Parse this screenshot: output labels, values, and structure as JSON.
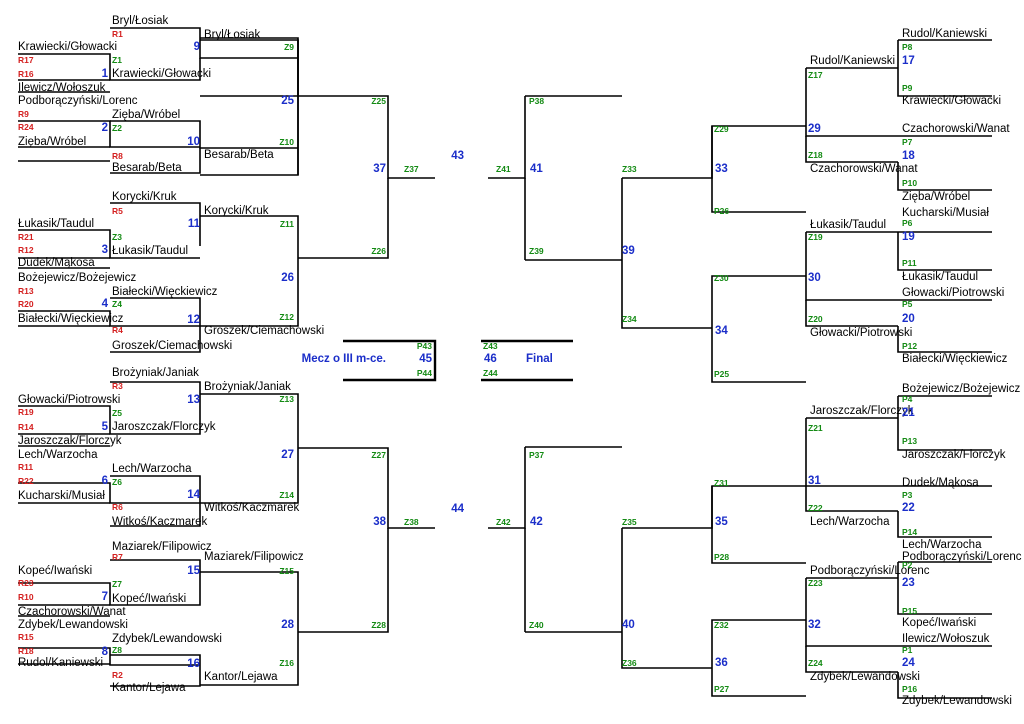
{
  "header": {
    "third_place_label": "Mecz o III m-ce.",
    "final_label": "Final"
  },
  "names": [
    "Bryl/Łosiak",
    "Krawiecki/Głowacki",
    "Ilewicz/Wołoszuk",
    "Podborączyński/Lorenc",
    "Zięba/Wróbel",
    "Zięba/Wróbel",
    "Besarab/Beta",
    "Bryl/Łosiak",
    "Krawiecki/Głowacki",
    "Besarab/Beta",
    "Korycki/Kruk",
    "Łukasik/Taudul",
    "Łukasik/Taudul",
    "Dudek/Mąkosa",
    "Bożejewicz/Bożejewicz",
    "Białecki/Więckiewicz",
    "Białecki/Więckiewicz",
    "Groszek/Ciemachowski",
    "Korycki/Kruk",
    "Groszek/Ciemachowski",
    "Brożyniak/Janiak",
    "Głowacki/Piotrowski",
    "Jaroszczak/Florczyk",
    "Lech/Warzocha",
    "Lech/Warzocha",
    "Kucharski/Musiał",
    "Witkoś/Kaczmarek",
    "Brożyniak/Janiak",
    "Jaroszczak/Florczyk",
    "Witkoś/Kaczmarek",
    "Maziarek/Filipowicz",
    "Kopeć/Iwański",
    "Kopeć/Iwański",
    "Czachorowski/Wanat",
    "Zdybek/Lewandowski",
    "Zdybek/Lewandowski",
    "Rudol/Kaniewski",
    "Kantor/Lejawa",
    "Maziarek/Filipowicz",
    "Kantor/Lejawa",
    "Rudol/Kaniewski",
    "Krawiecki/Głowacki",
    "Czachorowski/Wanat",
    "Zięba/Wróbel",
    "Rudol/Kaniewski",
    "Czachorowski/Wanat",
    "Kucharski/Musiał",
    "Łukasik/Taudul",
    "Głowacki/Piotrowski",
    "Białecki/Więckiewicz",
    "Łukasik/Taudul",
    "Głowacki/Piotrowski",
    "Bożejewicz/Bożejewicz",
    "Jaroszczak/Florczyk",
    "Dudek/Mąkosa",
    "Lech/Warzocha",
    "Jaroszczak/Florczyk",
    "Lech/Warzocha",
    "Podborączyński/Lorenc",
    "Kopeć/Iwański",
    "Ilewicz/Wołoszuk",
    "Zdybek/Lewandowski",
    "Podborączyński/Lorenc",
    "Zdybek/Lewandowski"
  ],
  "red_codes": [
    "R1",
    "R17",
    "R16",
    "R9",
    "R24",
    "R8",
    "R5",
    "R21",
    "R12",
    "R13",
    "R20",
    "R4",
    "R3",
    "R19",
    "R14",
    "R11",
    "R22",
    "R6",
    "R7",
    "R23",
    "R10",
    "R15",
    "R18",
    "R2"
  ],
  "green_codes": [
    "Z1",
    "Z2",
    "Z3",
    "Z4",
    "Z5",
    "Z6",
    "Z7",
    "Z8",
    "Z9",
    "Z10",
    "Z11",
    "Z12",
    "Z13",
    "Z14",
    "Z15",
    "Z16",
    "Z25",
    "Z26",
    "Z27",
    "Z28",
    "Z37",
    "Z38",
    "Z41",
    "Z42",
    "Z43",
    "Z44",
    "P43",
    "P44",
    "P38",
    "P37",
    "Z39",
    "Z40",
    "Z33",
    "Z34",
    "Z35",
    "Z36",
    "Z29",
    "Z30",
    "Z31",
    "Z32",
    "P25",
    "P26",
    "P27",
    "P28",
    "Z17",
    "Z18",
    "Z19",
    "Z20",
    "Z21",
    "Z22",
    "Z23",
    "Z24",
    "P8",
    "P9",
    "P7",
    "P10",
    "P6",
    "P11",
    "P5",
    "P12",
    "P4",
    "P13",
    "P3",
    "P14",
    "P2",
    "P15",
    "P1",
    "P16"
  ],
  "match_numbers": [
    "9",
    "1",
    "2",
    "10",
    "11",
    "3",
    "4",
    "12",
    "13",
    "5",
    "6",
    "14",
    "15",
    "7",
    "8",
    "16",
    "25",
    "26",
    "27",
    "28",
    "37",
    "38",
    "43",
    "44",
    "45",
    "46",
    "41",
    "42",
    "39",
    "40",
    "33",
    "34",
    "35",
    "36",
    "29",
    "30",
    "31",
    "32",
    "17",
    "18",
    "19",
    "20",
    "21",
    "22",
    "23",
    "24"
  ]
}
